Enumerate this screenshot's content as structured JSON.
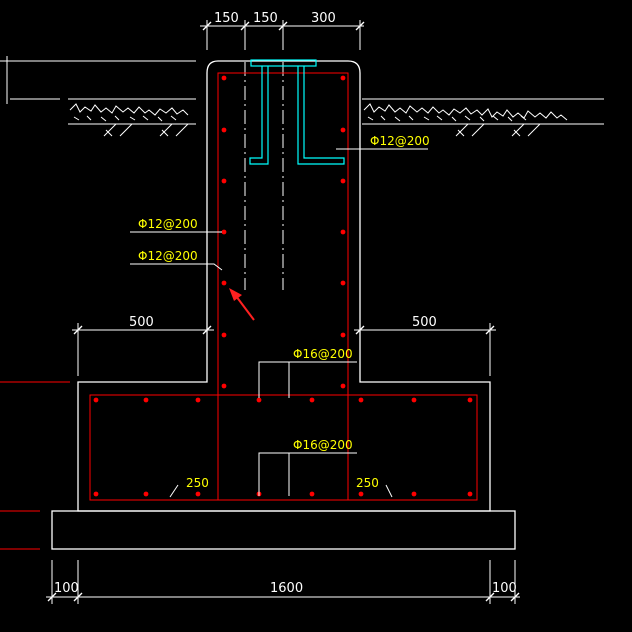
{
  "colors": {
    "background": "#000000",
    "outline": "#ffffff",
    "rebar": "#ff0000",
    "steel": "#00ffff",
    "annotation_text": "#ffff00",
    "leader": "#ffffff",
    "arrow": "#ff2020"
  },
  "dimensions": {
    "top_left": "150",
    "top_middle": "150",
    "top_right": "300",
    "step_left": "500",
    "step_right": "500",
    "base_left": "100",
    "base_width": "1600",
    "base_right": "100",
    "cover_left": "250",
    "cover_right": "250"
  },
  "rebar_labels": {
    "wall_right": "Φ12@200",
    "wall_left_upper": "Φ12@200",
    "wall_left_lower": "Φ12@200",
    "footing_top": "Φ16@200",
    "footing_bottom": "Φ16@200"
  },
  "icons": [
    "pointer-arrow-icon"
  ]
}
